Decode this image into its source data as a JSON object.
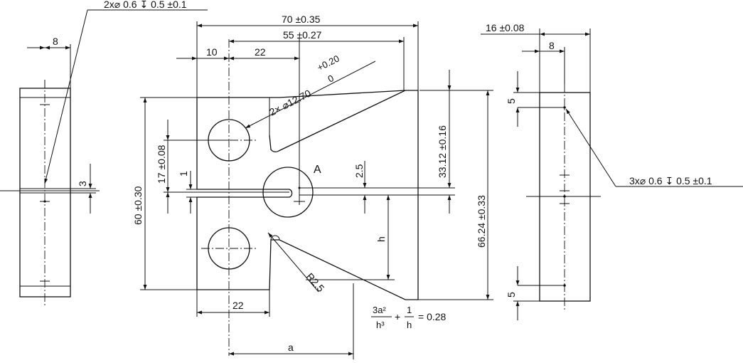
{
  "colors": {
    "line": "#111111",
    "background": "#ffffff"
  },
  "left_view": {
    "callout": "2x⌀ 0.6 ↧ 0.5 ±0.1",
    "dim_width": "8",
    "dim_gap": "3"
  },
  "front_view": {
    "dim_overall_width": "70 ±0.35",
    "dim_hole_to_edge": "55 ±0.27",
    "dim_edge_to_hole": "10",
    "dim_hole_spacing_top": "22",
    "hole_label": "2× ⌀12.70",
    "hole_tol_upper": "+0.20",
    "hole_tol_lower": "0",
    "dim_half_height": "33.12 ±0.16",
    "dim_full_height": "66.24 ±0.33",
    "dim_notch_offset": "2.5",
    "detail_label": "A",
    "dim_hole_pitch": "17 ±0.08",
    "dim_slot": "1",
    "dim_outer_height": "60 ±0.30",
    "dim_h": "h",
    "dim_radius": "R2.5",
    "dim_hole_spacing_bottom": "22",
    "dim_a": "a",
    "formula_num1": "3a²",
    "formula_den1": "h³",
    "formula_plus": "+",
    "formula_num2": "1",
    "formula_den2": "h",
    "formula_result": "= 0.28"
  },
  "right_view": {
    "dim_thickness": "16 ±0.08",
    "dim_width": "8",
    "dim_top": "5",
    "dim_bottom": "5",
    "callout": "3x⌀ 0.6 ↧ 0.5 ±0.1"
  }
}
